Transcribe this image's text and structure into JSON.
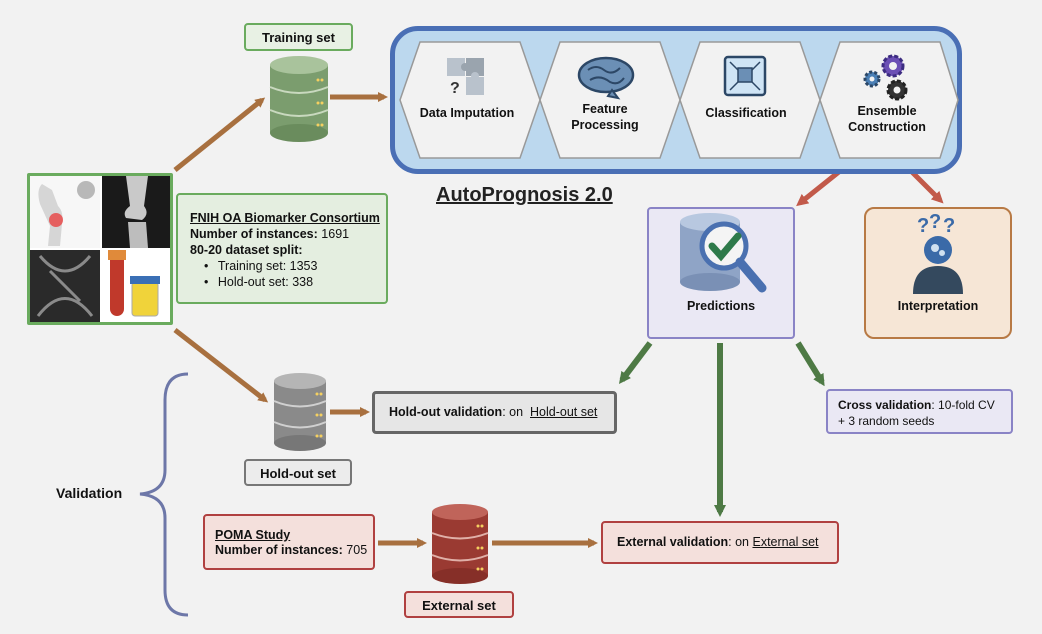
{
  "training_set_label": "Training set",
  "holdout_set_label": "Hold-out set",
  "external_set_label": "External set",
  "pipeline": {
    "title": "AutoPrognosis 2.0",
    "steps": [
      "Data Imputation",
      "Feature\nProcessing",
      "Classification",
      "Ensemble\nConstruction"
    ]
  },
  "fnih": {
    "title": "FNIH OA Biomarker Consortium",
    "instances_label": "Number of instances:",
    "instances_value": "1691",
    "split_label": "80-20 dataset split:",
    "split_items": [
      "Training set: 1353",
      "Hold-out set: 338"
    ]
  },
  "predictions_label": "Predictions",
  "interpretation_label": "Interpretation",
  "holdout_validation": {
    "label": "Hold-out validation",
    "on": ": on",
    "link": "Hold-out set"
  },
  "cross_validation": {
    "label": "Cross validation",
    "text1": ": 10-fold CV",
    "text2": "+ 3 random seeds"
  },
  "external_validation": {
    "label": "External validation",
    "on": ": on",
    "link": "External set"
  },
  "poma": {
    "title": "POMA Study",
    "instances_label": "Number of instances:",
    "instances_value": "705"
  },
  "validation_label": "Validation",
  "colors": {
    "green": "#6aab5e",
    "pipeline_border": "#4a6fb5",
    "pipeline_fill": "#bcd8ee",
    "purple": "#8a84c6",
    "orange": "#b87a45",
    "red": "#b04040",
    "gray": "#666666"
  }
}
